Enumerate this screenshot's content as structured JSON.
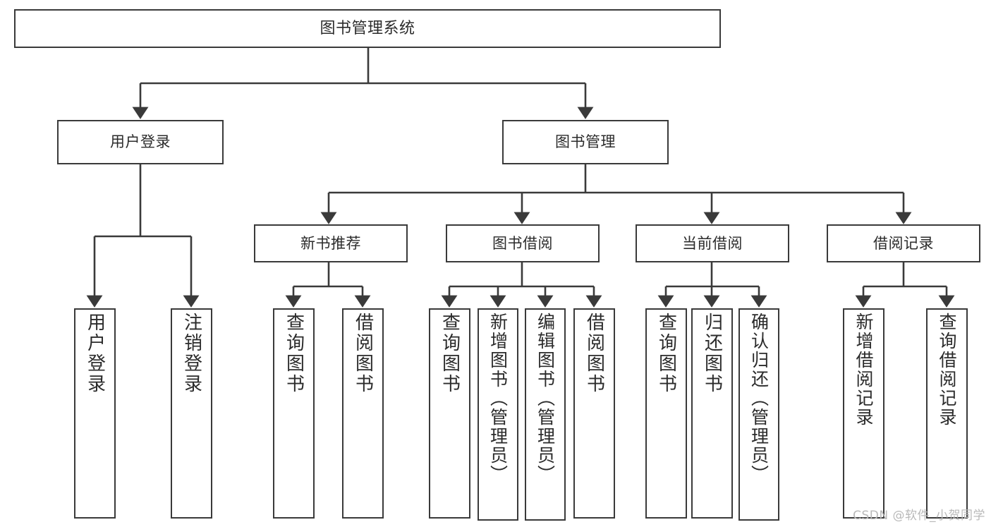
{
  "diagram": {
    "title": "图书管理系统",
    "type": "tree-hierarchy-diagram",
    "colors": {
      "stroke": "#3a3a3a",
      "fill": "#ffffff",
      "text": "#2b2b2b",
      "watermark": "#b9b9b9"
    },
    "root": {
      "label": "图书管理系统"
    },
    "level1": [
      {
        "label": "用户登录"
      },
      {
        "label": "图书管理"
      }
    ],
    "level2": [
      {
        "label": "新书推荐"
      },
      {
        "label": "图书借阅"
      },
      {
        "label": "当前借阅"
      },
      {
        "label": "借阅记录"
      }
    ],
    "leaves": {
      "user_login": [
        {
          "label": "用户登录"
        },
        {
          "label": "注销登录"
        }
      ],
      "new_book_recommend": [
        {
          "label": "查询图书"
        },
        {
          "label": "借阅图书"
        }
      ],
      "book_borrow": [
        {
          "label": "查询图书"
        },
        {
          "label": "新增图书（管理员）"
        },
        {
          "label": "编辑图书（管理员）"
        },
        {
          "label": "借阅图书"
        }
      ],
      "current_borrow": [
        {
          "label": "查询图书"
        },
        {
          "label": "归还图书"
        },
        {
          "label": "确认归还（管理员）"
        }
      ],
      "borrow_record": [
        {
          "label": "新增借阅记录"
        },
        {
          "label": "查询借阅记录"
        }
      ]
    },
    "watermark": "CSDN @软件_小贺同学"
  }
}
